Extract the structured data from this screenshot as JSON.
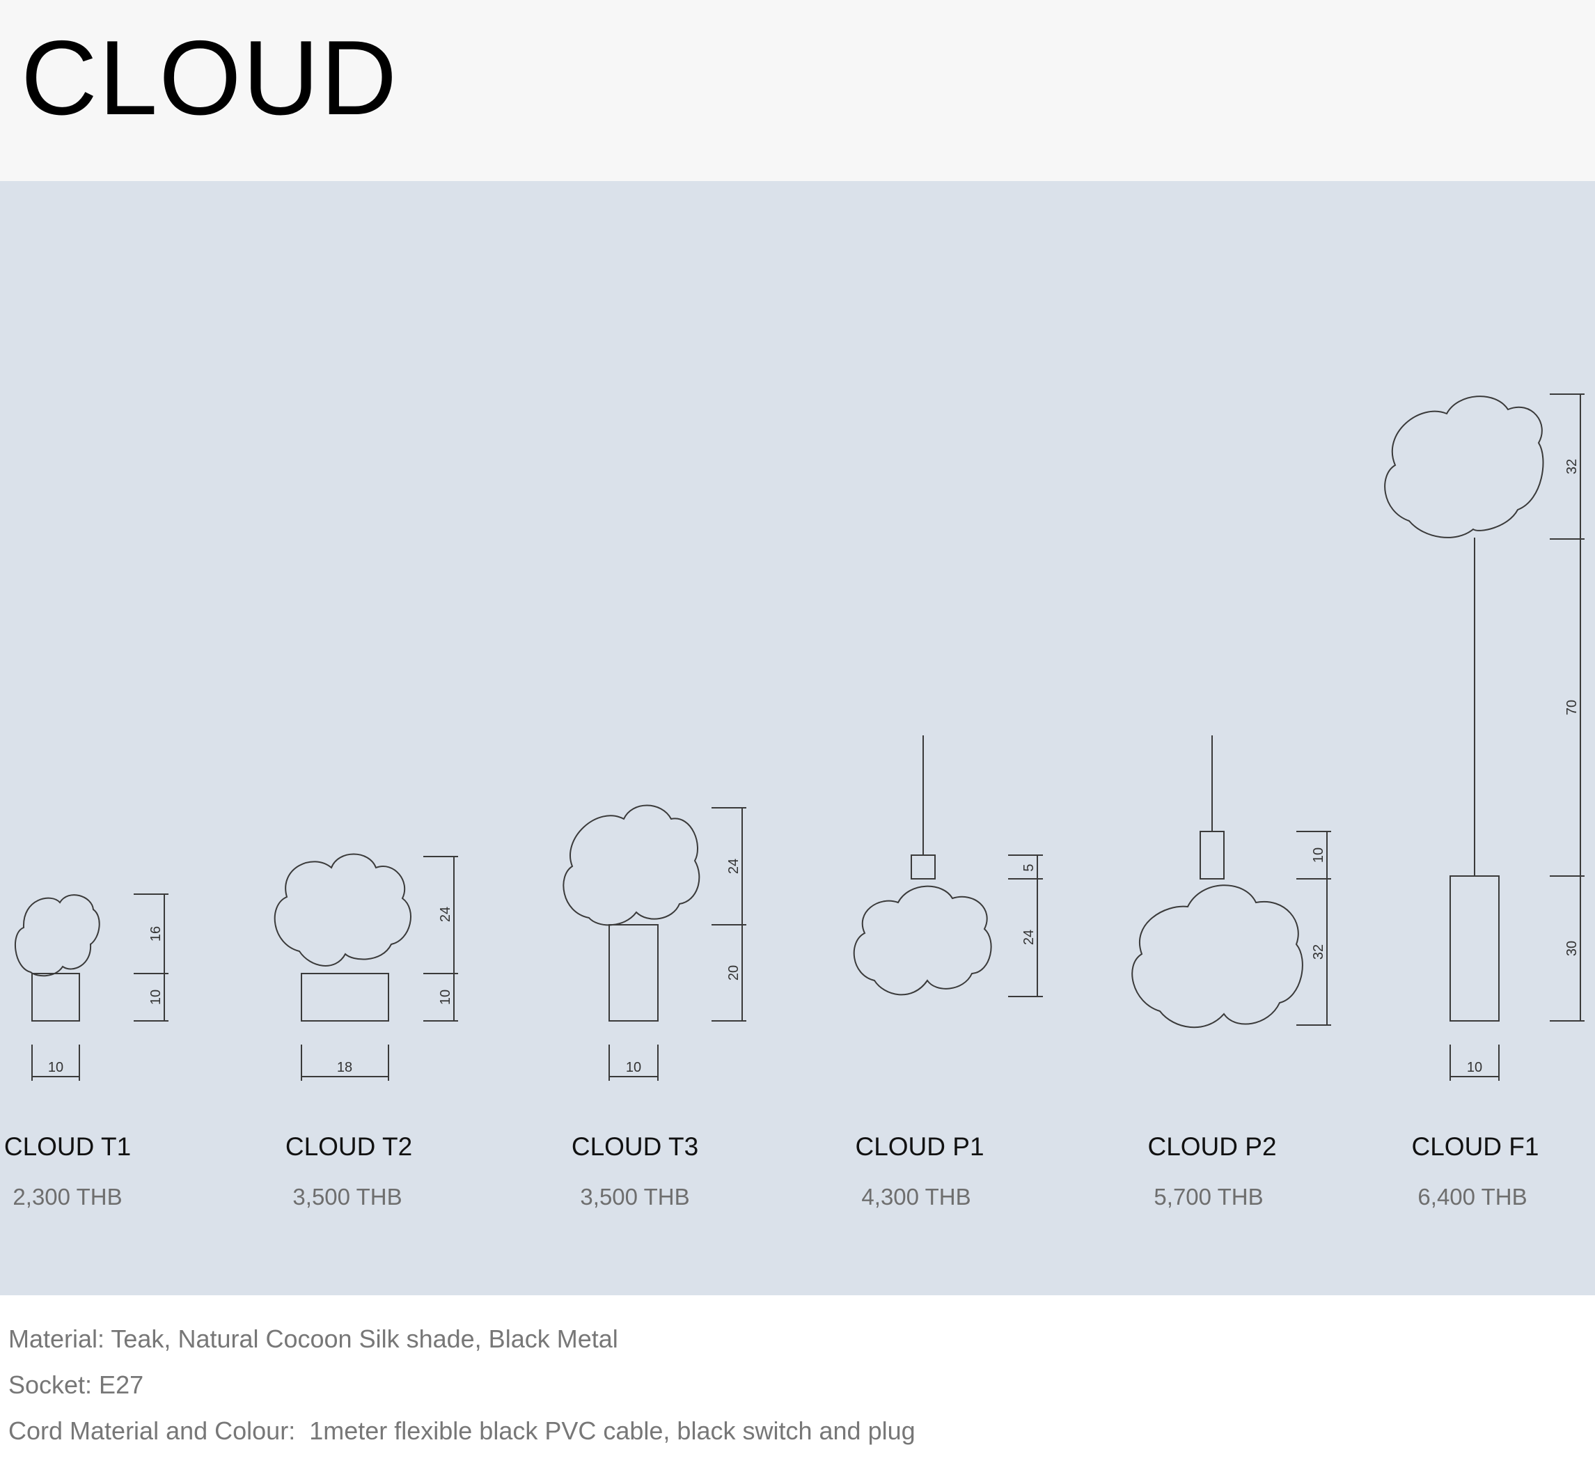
{
  "title": "CLOUD",
  "products": [
    {
      "name": "CLOUD T1",
      "price": "2,300 THB",
      "dims": {
        "shade_height": "16",
        "base_height": "10",
        "base_width": "10"
      }
    },
    {
      "name": "CLOUD T2",
      "price": "3,500 THB",
      "dims": {
        "shade_height": "24",
        "base_height": "10",
        "base_width": "18"
      }
    },
    {
      "name": "CLOUD T3",
      "price": "3,500 THB",
      "dims": {
        "shade_height": "24",
        "base_height": "20",
        "base_width": "10"
      }
    },
    {
      "name": "CLOUD P1",
      "price": "4,300 THB",
      "dims": {
        "canopy_height": "5",
        "shade_height": "24"
      }
    },
    {
      "name": "CLOUD P2",
      "price": "5,700 THB",
      "dims": {
        "canopy_height": "10",
        "shade_height": "32"
      }
    },
    {
      "name": "CLOUD F1",
      "price": "6,400 THB",
      "dims": {
        "shade_height": "32",
        "pole_height": "70",
        "base_height": "30",
        "base_width": "10"
      }
    }
  ],
  "specs": {
    "material": "Material: Teak, Natural Cocoon Silk shade, Black Metal",
    "socket": "Socket: E27",
    "cord": "Cord Material and Colour:  1meter flexible black PVC cable, black switch and plug"
  }
}
